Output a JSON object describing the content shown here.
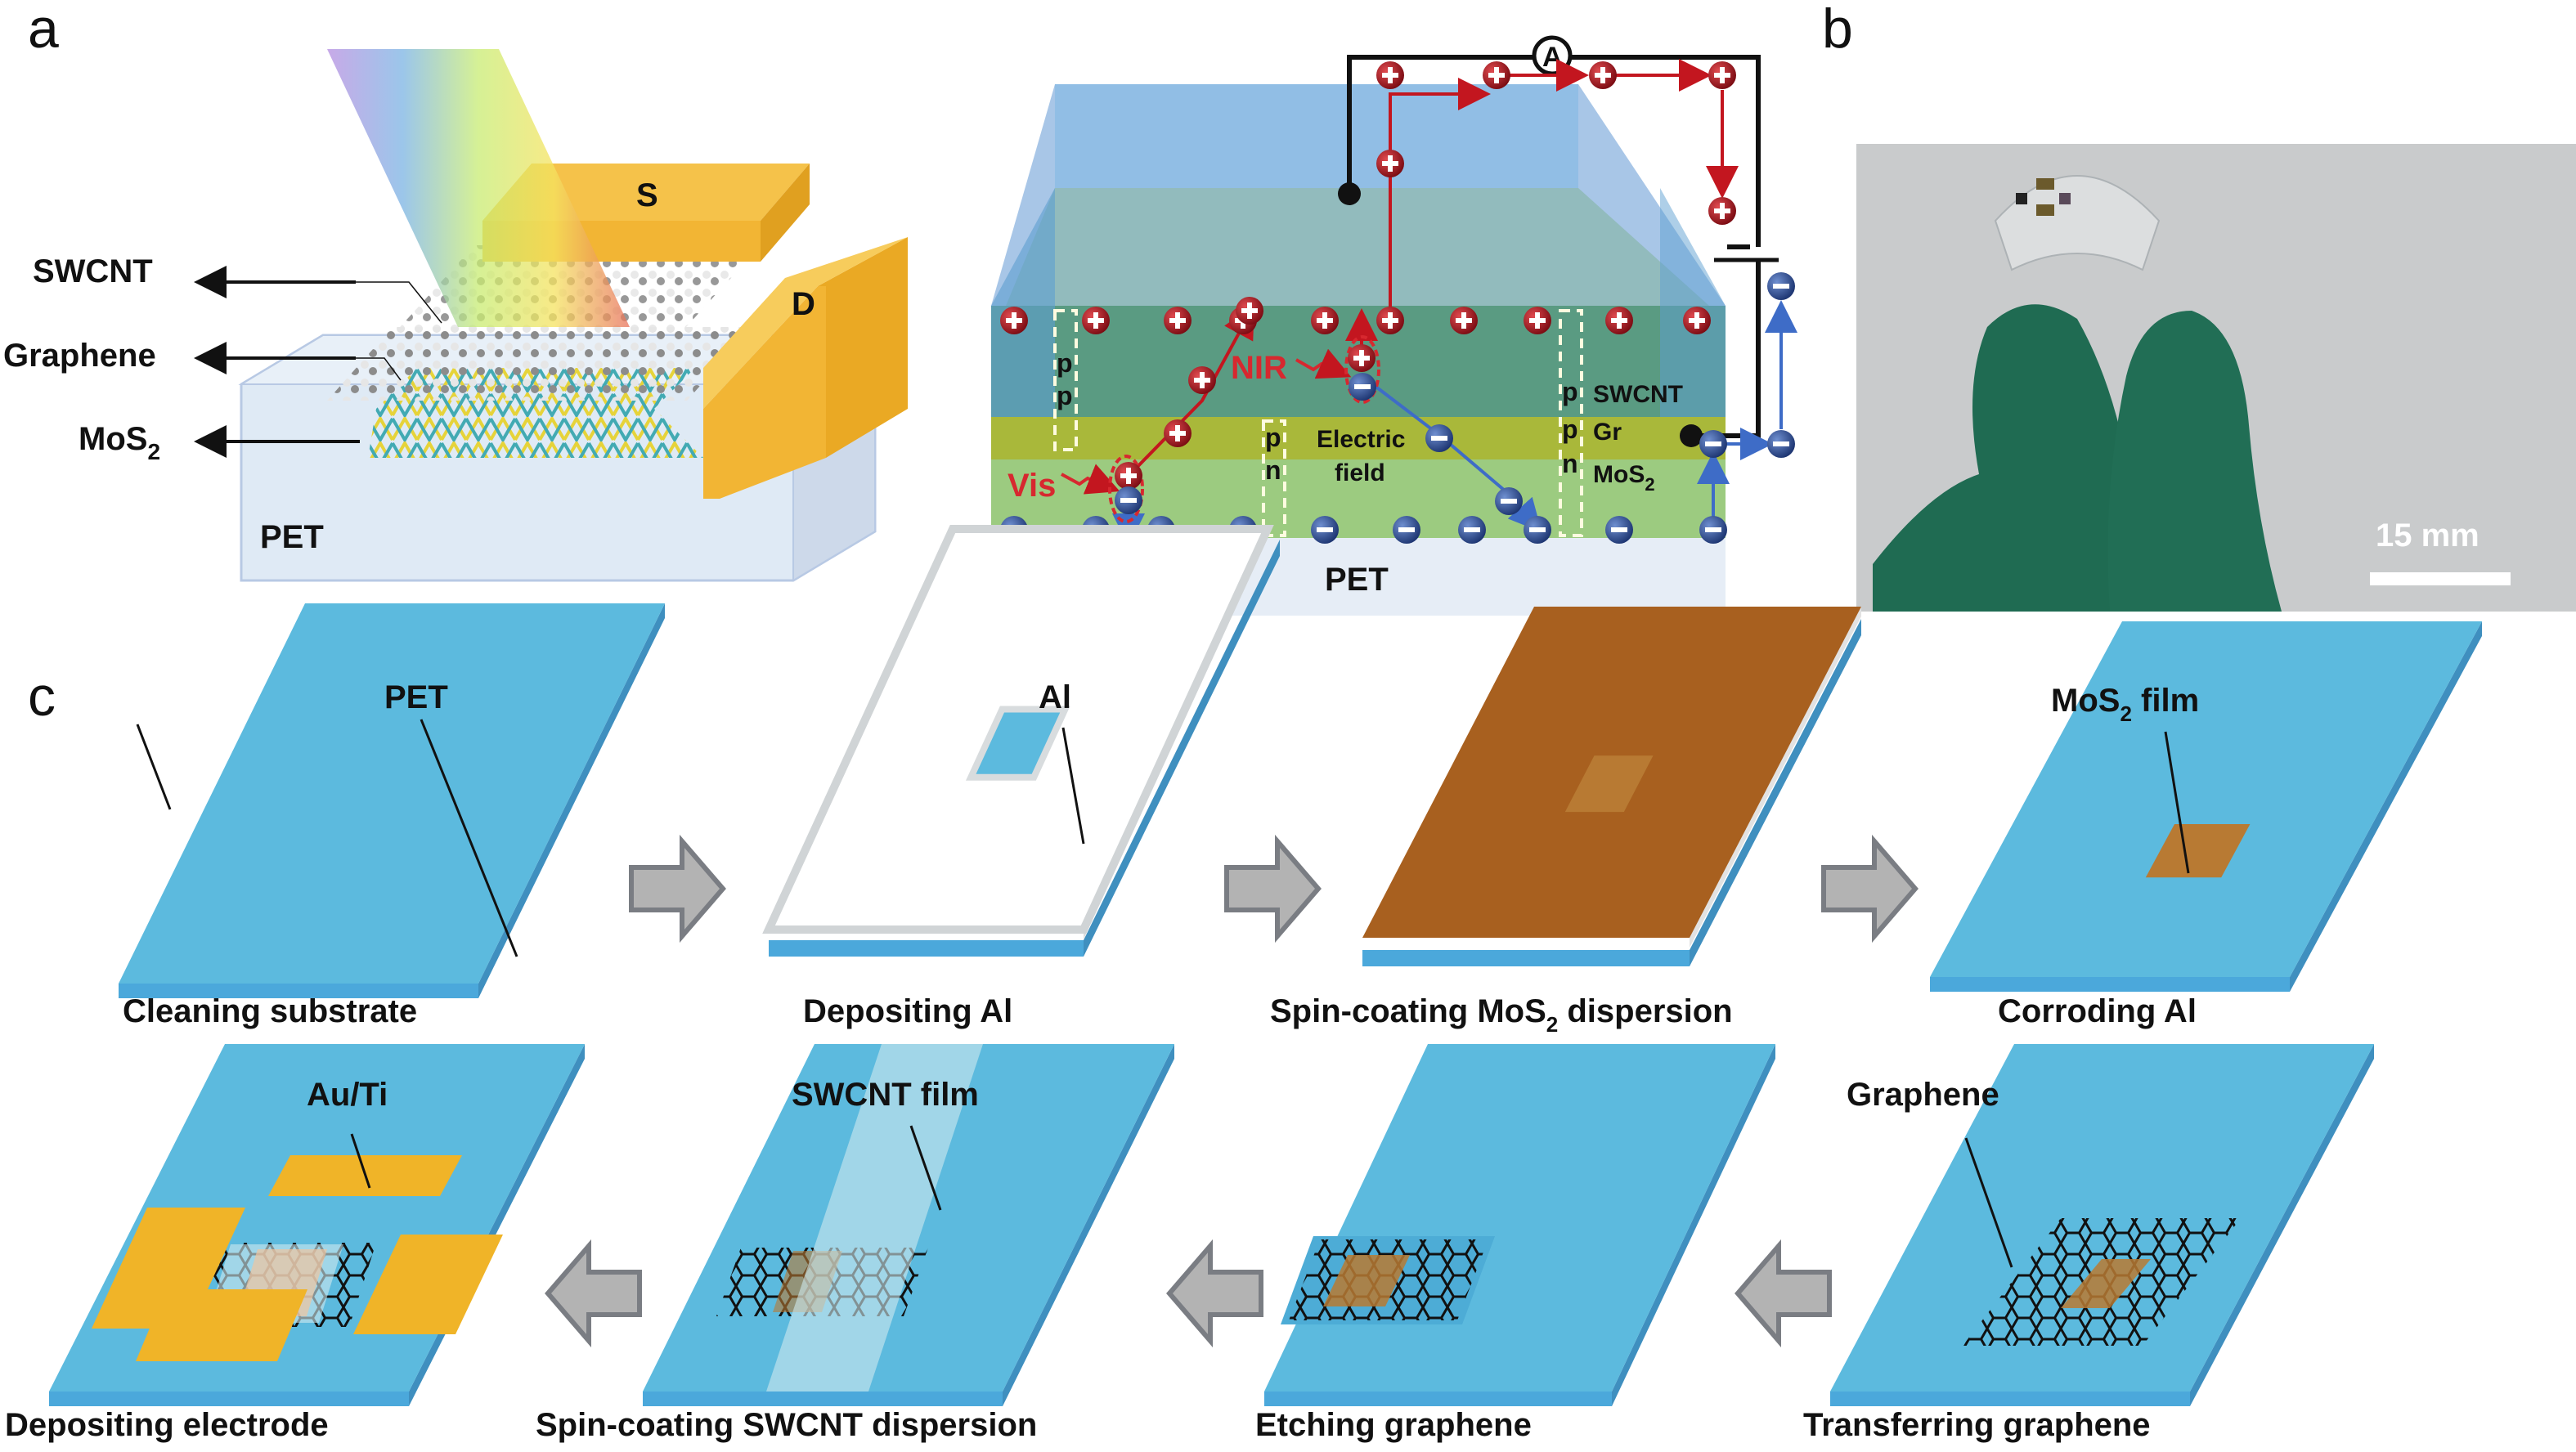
{
  "figure": {
    "panels": {
      "a": {
        "letter": "a",
        "device_schematic": {
          "layers": [
            "SWCNT",
            "Graphene",
            "MoS2",
            "PET"
          ],
          "layer_labels": {
            "swcnt": "SWCNT",
            "graphene": "Graphene",
            "mos2": "MoS",
            "mos2_sub": "2",
            "pet": "PET"
          },
          "electrodes": {
            "source": "S",
            "drain": "D"
          },
          "illumination": "rainbow light beam"
        },
        "band_diagram": {
          "pet": "PET",
          "light_labels": {
            "vis": "Vis",
            "nir": "NIR"
          },
          "field_label": [
            "Electric",
            "field"
          ],
          "layer_labels": {
            "swcnt": "SWCNT",
            "gr": "Gr",
            "mos2": "MoS",
            "mos2_sub": "2"
          },
          "doping_labels": {
            "left": [
              "p",
              "p"
            ],
            "middle": [
              "p",
              "n"
            ],
            "right": [
              "p",
              "p",
              "n"
            ]
          },
          "ammeter": "A",
          "charges": {
            "hole": "+",
            "electron": "−"
          }
        }
      },
      "b": {
        "letter": "b",
        "photo_description": "Flexible device held between gloved fingers",
        "scale_bar": "15 mm"
      },
      "c": {
        "letter": "c",
        "steps": [
          {
            "id": 1,
            "caption": "Cleaning substrate",
            "callout": "PET"
          },
          {
            "id": 2,
            "caption": "Depositing Al",
            "callout": "Al"
          },
          {
            "id": 3,
            "caption_pre": "Spin-coating MoS",
            "caption_sub": "2",
            "caption_post": " dispersion",
            "callout": ""
          },
          {
            "id": 4,
            "caption": "Corroding Al",
            "callout_pre": "MoS",
            "callout_sub": "2",
            "callout_post": " film"
          },
          {
            "id": 5,
            "caption": "Transferring graphene",
            "callout": "Graphene"
          },
          {
            "id": 6,
            "caption": "Etching graphene",
            "callout": ""
          },
          {
            "id": 7,
            "caption": "Spin-coating SWCNT dispersion",
            "callout": "SWCNT film"
          },
          {
            "id": 8,
            "caption": "Depositing electrode",
            "callout": "Au/Ti"
          }
        ]
      }
    },
    "colors": {
      "substrate_blue": "#5cbade",
      "substrate_edge": "#3f8fbf",
      "mos2_brown": "#b87a33",
      "mos2_dark": "#a8601f",
      "gold": "#f0b428",
      "arrow_gray": "#b3b3b3",
      "hole_red": "#b3141e",
      "electron_blue": "#2c4f92",
      "glove_green": "#1e6e52"
    }
  }
}
